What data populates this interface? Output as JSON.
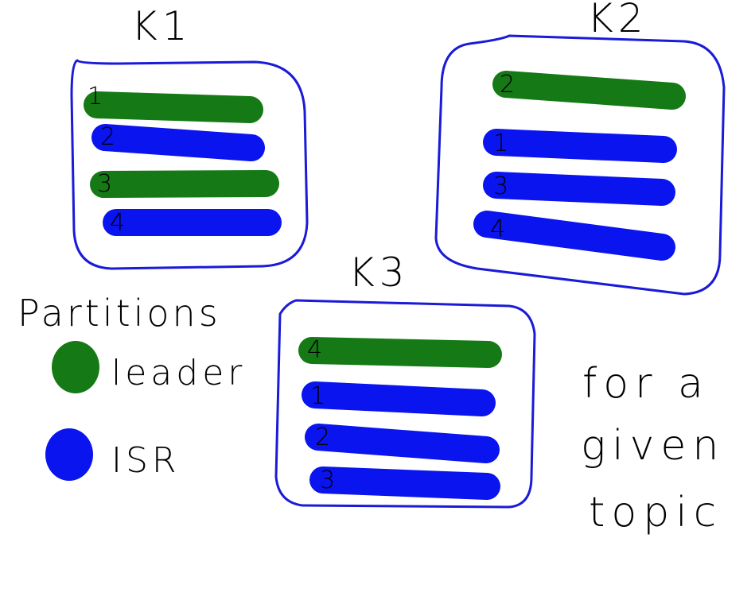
{
  "colors": {
    "leader": "#157a15",
    "isr": "#0a14ee",
    "box": "#1a1ad8",
    "ink": "#000000"
  },
  "brokers": [
    {
      "name": "K1",
      "partitions": [
        {
          "label": "1",
          "role": "leader"
        },
        {
          "label": "2",
          "role": "isr"
        },
        {
          "label": "3",
          "role": "leader"
        },
        {
          "label": "4",
          "role": "isr"
        }
      ]
    },
    {
      "name": "K2",
      "partitions": [
        {
          "label": "2",
          "role": "leader"
        },
        {
          "label": "1",
          "role": "isr"
        },
        {
          "label": "3",
          "role": "isr"
        },
        {
          "label": "4",
          "role": "isr"
        }
      ]
    },
    {
      "name": "K3",
      "partitions": [
        {
          "label": "4",
          "role": "leader"
        },
        {
          "label": "1",
          "role": "isr"
        },
        {
          "label": "2",
          "role": "isr"
        },
        {
          "label": "3",
          "role": "isr"
        }
      ]
    }
  ],
  "legend": {
    "title": "Partitions",
    "items": [
      {
        "role": "leader",
        "label": "leader"
      },
      {
        "role": "isr",
        "label": "ISR"
      }
    ]
  },
  "note": {
    "lines": [
      "for a",
      "given",
      "topic"
    ]
  }
}
